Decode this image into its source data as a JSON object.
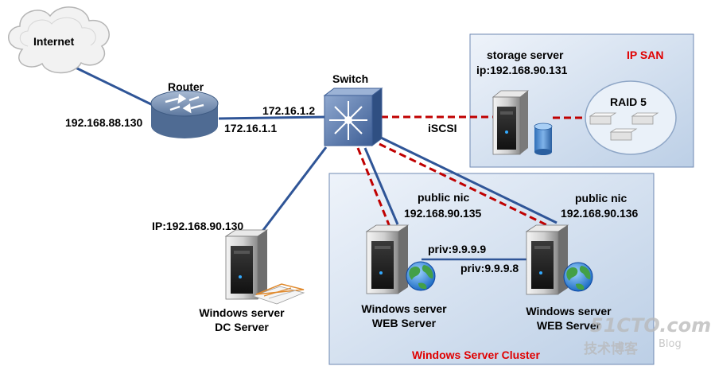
{
  "colors": {
    "link_blue": "#2f5597",
    "iscsi_red": "#c00000",
    "label_red": "#e00000",
    "zone_fill": "#d7e4f3",
    "zone_border": "#6f89b3"
  },
  "zones": {
    "ip_san": {
      "title": "IP SAN"
    },
    "cluster": {
      "title": "Windows Server  Cluster"
    }
  },
  "nodes": {
    "internet": {
      "label": "Internet",
      "icon": "cloud-icon"
    },
    "router": {
      "label": "Router",
      "icon": "router-icon"
    },
    "switch": {
      "label": "Switch",
      "icon": "switch-icon"
    },
    "storage": {
      "line1": "storage server",
      "line2": "ip:192.168.90.131",
      "icon": "server-icon"
    },
    "raid": {
      "label": "RAID 5",
      "icon": "disk-array-icon"
    },
    "dc": {
      "ip": "IP:192.168.90.130",
      "line1": "Windows  server",
      "line2": "DC Server",
      "icon": "server-icon"
    },
    "web1": {
      "nic": "public nic",
      "ip": "192.168.90.135",
      "line1": "Windows  server",
      "line2": "WEB Server",
      "icon": "server-icon"
    },
    "web2": {
      "nic": "public nic",
      "ip": "192.168.90.136",
      "line1": "Windows  server",
      "line2": "WEB Server",
      "icon": "server-icon"
    }
  },
  "links": {
    "router_wan_ip": "192.168.88.130",
    "switch_side_ip": "172.16.1.2",
    "router_lan_ip": "172.16.1.1",
    "iscsi": "iSCSI",
    "priv1": "priv:9.9.9.9",
    "priv2": "priv:9.9.9.8"
  },
  "watermark": {
    "main": "51CTO.com",
    "sub": "技术博客",
    "tag": "Blog"
  }
}
